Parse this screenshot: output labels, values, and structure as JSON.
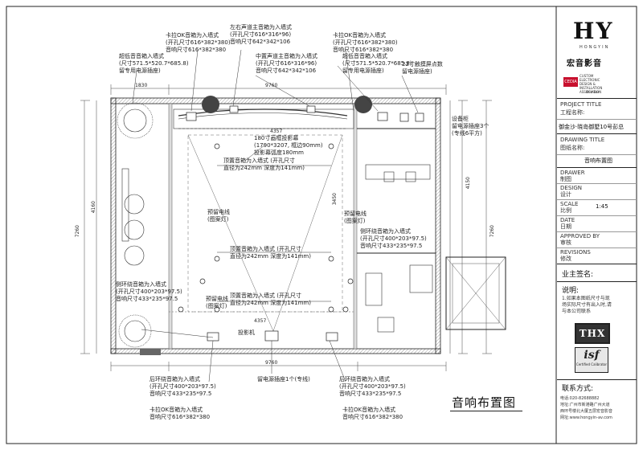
{
  "logo": {
    "letters": "HY",
    "sub": "HONGYIN",
    "company": "宏音影音",
    "cedia_text": [
      "CUSTOM",
      "ELECTRONIC",
      "DESIGN &",
      "INSTALLATION",
      "ASSOCIATION"
    ],
    "cedia_member": "Member"
  },
  "title_block": {
    "project_title": "PROJECT TITLE",
    "project_cn": "工程名称:",
    "project_value": "御金沙·晓岛御墅10号彭总",
    "drawing_title": "DRAWING TITLE",
    "drawing_cn": "图纸名称:",
    "drawing_value": "音响布置图",
    "drawer": "DRAWER",
    "drawer_cn": "制图",
    "design": "DESIGN",
    "design_cn": "设计",
    "scale": "SCALE",
    "scale_cn": "比例",
    "scale_value": "1:45",
    "date": "DATE",
    "date_cn": "日期",
    "approved": "APPROVED BY",
    "approved_cn": "审核",
    "revisions": "REVISIONS",
    "revisions_cn": "修改",
    "owner_sign": "业主签名:",
    "notes_title": "说明:",
    "notes": [
      "1.如果本图纸尺寸与现",
      "场实际尺寸有出入时,请",
      "与本公司联系"
    ],
    "contact_title": "联系方式:",
    "contact": [
      "电话:020-82688882",
      "地址:广州市新港路广州大道",
      "西环号楼北大厦五层宏音影音",
      "网址:www.hongyin-av.com"
    ]
  },
  "badges": {
    "thx": "THX",
    "isf": "isf",
    "isf_sub": "Certified Calibrator"
  },
  "drawing_title_big": "音响布置图",
  "dims": {
    "top": "9760",
    "inner_top": "4357",
    "bottom": "9760",
    "bottom_inner": "4357",
    "left_total": "7260",
    "left_a": "4160",
    "right_total": "7260",
    "right_a": "4150",
    "mid": "3450",
    "top_a": "1830"
  },
  "callouts": [
    {
      "key": "c1",
      "lines": [
        "卡拉OK音箱为入墙式",
        "(开孔尺寸616*382*380)",
        "音响尺寸616*382*380"
      ]
    },
    {
      "key": "c2",
      "lines": [
        "左右声道主音箱为入墙式",
        "(开孔尺寸616*316*96)",
        "音响尺寸642*342*106"
      ]
    },
    {
      "key": "c3",
      "lines": [
        "卡拉OK音箱为入墙式",
        "(开孔尺寸616*382*380)",
        "音响尺寸616*382*380"
      ]
    },
    {
      "key": "c4",
      "lines": [
        "中置声道主音箱为入墙式",
        "(开孔尺寸616*316*96)",
        "音响尺寸642*342*106"
      ]
    },
    {
      "key": "c5",
      "lines": [
        "超低音音箱入墙式",
        "(尺寸571.5*520.7*685.8)",
        "留专用电源插座)"
      ]
    },
    {
      "key": "c6",
      "lines": [
        "超低音音箱入墙式",
        "(尺寸571.5*520.7*685.8)",
        "留专用电源插座)"
      ]
    },
    {
      "key": "c7",
      "lines": [
        "22寸触摸屏点数",
        "留电源插座)"
      ]
    },
    {
      "key": "c8",
      "lines": [
        "设备柜",
        "留电源插座3个",
        "(专线6平方)"
      ]
    },
    {
      "key": "c9",
      "lines": [
        "180寸画框投影幕",
        "(1790*3207, 框边90mm)",
        "投影幕弧度180mm"
      ]
    },
    {
      "key": "c10",
      "lines": [
        "顶置音箱为入墙式 (开孔尺寸",
        "直径为242mm 深度为141mm)"
      ]
    },
    {
      "key": "c11",
      "lines": [
        "预留电线",
        "(图案灯)"
      ]
    },
    {
      "key": "c12",
      "lines": [
        "预留电线",
        "(图案灯)"
      ]
    },
    {
      "key": "c13",
      "lines": [
        "侧环绕音箱为入墙式",
        "(开孔尺寸400*203*97.5)",
        "音响尺寸433*235*97.5"
      ]
    },
    {
      "key": "c14",
      "lines": [
        "顶置音箱为入墙式 (开孔尺寸",
        "直径为242mm 深度为141mm)"
      ]
    },
    {
      "key": "c15",
      "lines": [
        "顶置音箱为入墙式 (开孔尺寸",
        "直径为242mm 深度为141mm)"
      ]
    },
    {
      "key": "c16",
      "lines": [
        "侧环绕音箱为入墙式",
        "(开孔尺寸400*203*97.5)",
        "音响尺寸433*235*97.5"
      ]
    },
    {
      "key": "c17",
      "lines": [
        "预留电线",
        "(图案灯)"
      ]
    },
    {
      "key": "c18",
      "lines": [
        "投影机"
      ]
    },
    {
      "key": "c19",
      "lines": [
        "后环绕音箱为入墙式",
        "(开孔尺寸400*203*97.5)",
        "音响尺寸433*235*97.5"
      ]
    },
    {
      "key": "c20",
      "lines": [
        "留电源插座1个(专线)"
      ]
    },
    {
      "key": "c21",
      "lines": [
        "后环绕音箱为入墙式",
        "(开孔尺寸400*203*97.5)",
        "音响尺寸433*235*97.5"
      ]
    },
    {
      "key": "c22",
      "lines": [
        "卡拉OK音箱为入墙式",
        "音响尺寸616*382*380"
      ]
    },
    {
      "key": "c23",
      "lines": [
        "卡拉OK音箱为入墙式",
        "音响尺寸616*382*380"
      ]
    }
  ]
}
